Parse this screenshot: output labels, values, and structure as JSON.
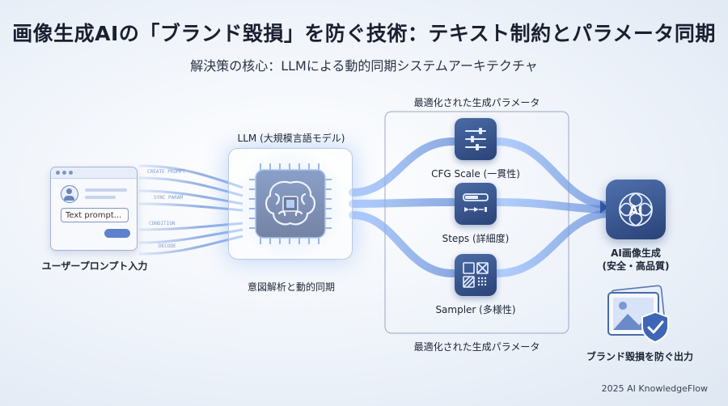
{
  "title": "画像生成AIの「ブランド毀損」を防ぐ技術：テキスト制約とパラメータ同期",
  "subtitle": "解決策の核心：LLMによる動的同期システムアーキテクチャ",
  "input": {
    "label": "ユーザープロンプト入力",
    "placeholder": "Text prompt...",
    "stream_text": [
      "CREATE PROMPT",
      "SYNC PARAM",
      "CONDITION",
      "DECODE"
    ]
  },
  "llm": {
    "label": "LLM (大規模言語モデル)",
    "caption": "意図解析と動的同期",
    "icon": "brain-chip-icon"
  },
  "params": {
    "top_caption": "最適化された生成パラメータ",
    "bottom_caption": "最適化された生成パラメータ",
    "items": [
      {
        "label": "CFG Scale (一貫性)",
        "icon": "sliders-icon"
      },
      {
        "label": "Steps (詳細度)",
        "icon": "progress-steps-icon"
      },
      {
        "label": "Sampler (多様性)",
        "icon": "sampler-grid-icon"
      }
    ]
  },
  "output": {
    "icon_text": "AI",
    "label_line1": "AI画像生成",
    "label_line2": "(安全・高品質)",
    "shield_label": "ブランド毀損を防ぐ出力"
  },
  "footer": "2025 AI KnowledgeFlow",
  "colors": {
    "accent": "#4a78d0",
    "icon_bg": "#34508a",
    "flow": "#8fb4ee"
  }
}
